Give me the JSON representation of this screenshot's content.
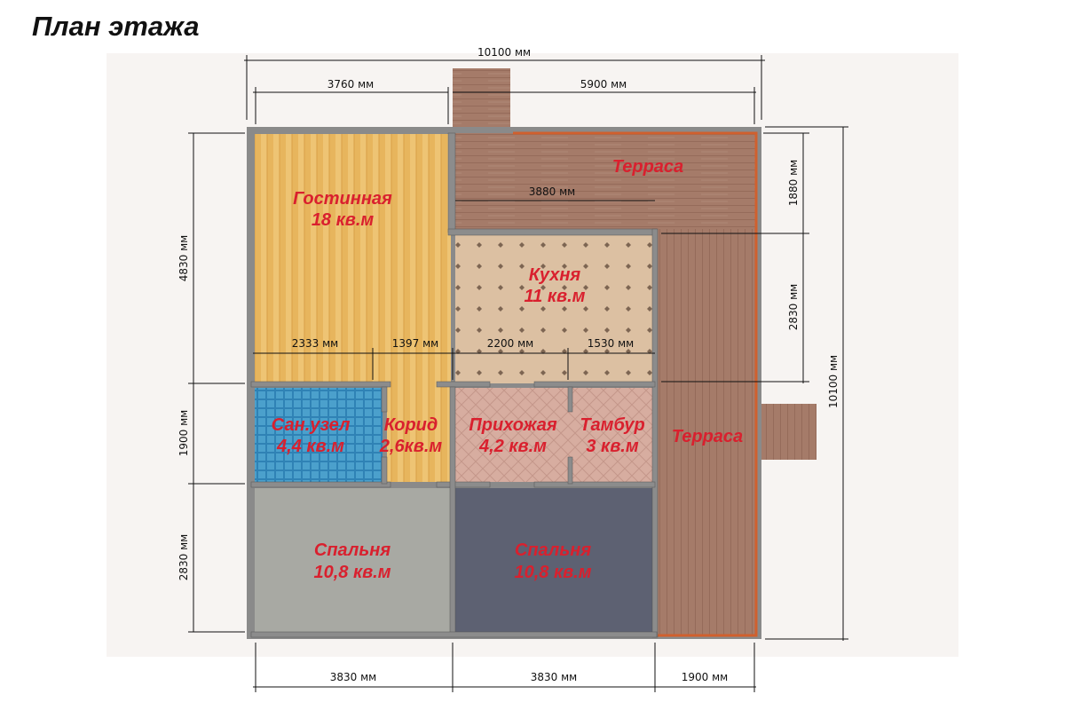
{
  "title": "План этажа",
  "rooms": {
    "living": {
      "name": "Гостинная",
      "area": "18 кв.м"
    },
    "terrace_top": {
      "name": "Терраса"
    },
    "kitchen": {
      "name": "Кухня",
      "area": "11 кв.м"
    },
    "bathroom": {
      "name": "Сан.узел",
      "area": "4,4 кв.м"
    },
    "corridor": {
      "name": "Корид",
      "area": "2,6кв.м"
    },
    "hall": {
      "name": "Прихожая",
      "area": "4,2 кв.м"
    },
    "vestibule": {
      "name": "Тамбур",
      "area": "3 кв.м"
    },
    "terrace_right": {
      "name": "Терраса"
    },
    "bedroom1": {
      "name": "Спальня",
      "area": "10,8 кв.м"
    },
    "bedroom2": {
      "name": "Спальня",
      "area": "10,8 кв.м"
    }
  },
  "dimensions": {
    "total_width": "10100 мм",
    "top_left": "3760 мм",
    "top_right": "5900 мм",
    "terrace_inner": "3880 мм",
    "mid_1": "2333 мм",
    "mid_2": "1397 мм",
    "mid_3": "2200 мм",
    "mid_4": "1530 мм",
    "left_1": "4830 мм",
    "left_2": "1900 мм",
    "left_3": "2830 мм",
    "right_1": "1880 мм",
    "right_2": "2830 мм",
    "total_height": "10100 мм",
    "bottom_1": "3830 мм",
    "bottom_2": "3830 мм",
    "bottom_3": "1900 мм"
  }
}
